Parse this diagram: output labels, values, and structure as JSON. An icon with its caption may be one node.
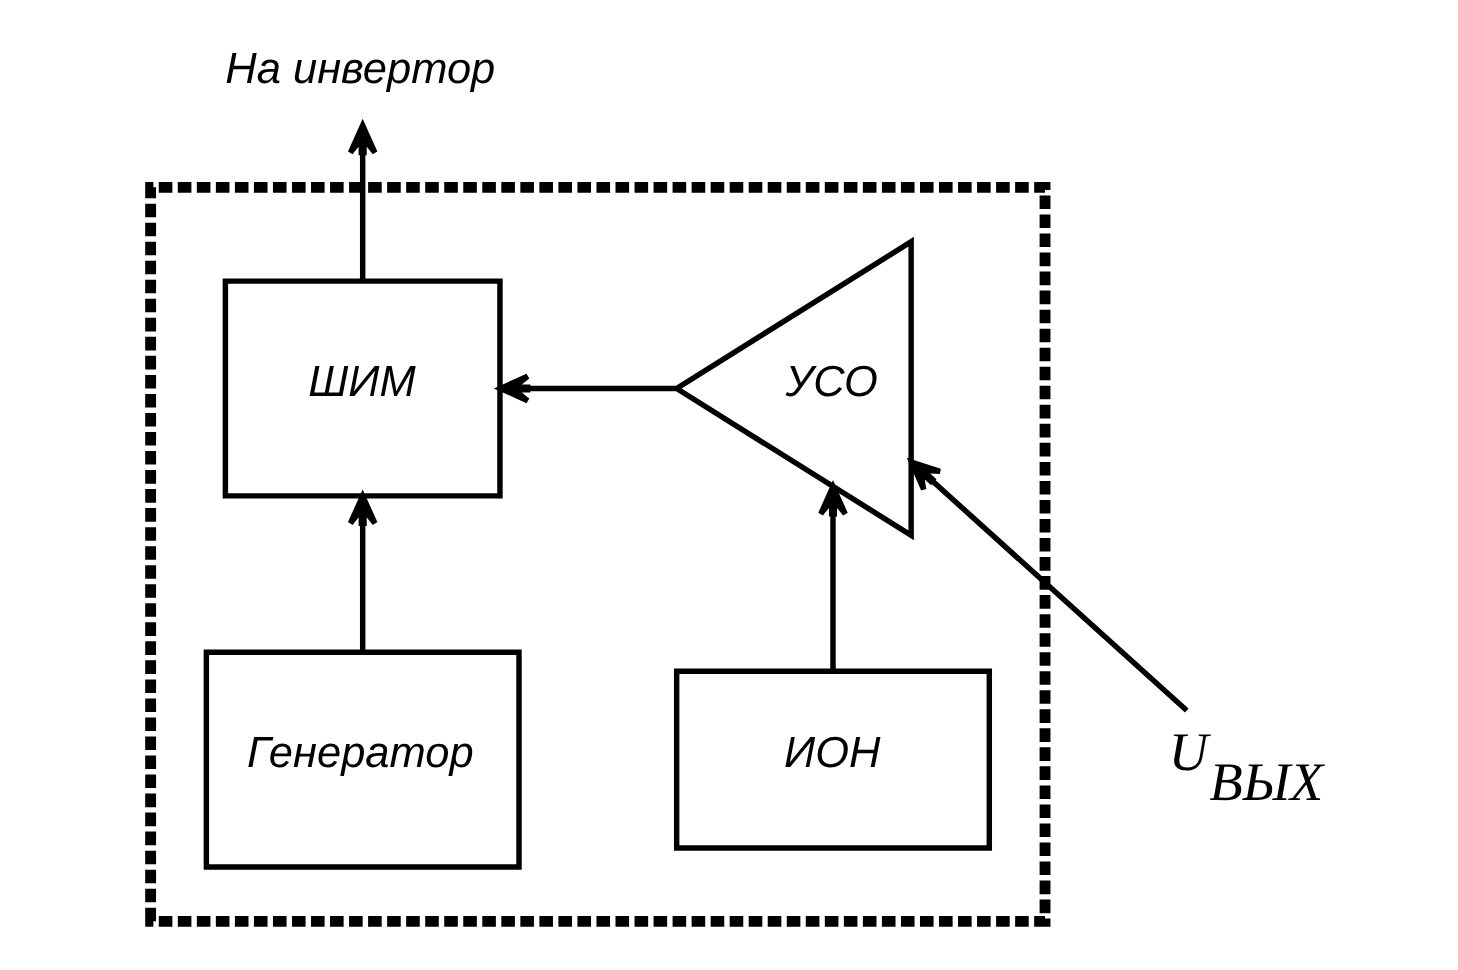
{
  "diagram": {
    "nodes": [
      {
        "text": [],
        "shape": "box"
      },
      {
        "text": [
          "ШИМ"
        ],
        "in": 0
      },
      {
        "text": [
          "УСО"
        ],
        "in": 0
      },
      {
        "text": [
          "Генератор"
        ],
        "in": 0
      },
      {
        "text": [
          "ИОН"
        ],
        "in": 0
      },
      {
        "text": [
          "На инвертор"
        ]
      },
      {
        "text": [
          "U$_{ВЫХ}$"
        ]
      }
    ],
    "edges": [
      {
        "from": 1,
        "to": 5,
        "arrow": "to"
      },
      {
        "from": 2,
        "to": 1,
        "arrow": "to"
      },
      {
        "from": 3,
        "to": 1,
        "arrow": "to"
      },
      {
        "from": 4,
        "to": 2,
        "arrow": "to"
      },
      {
        "from": 6,
        "to": 2,
        "arrow": "to"
      }
    ]
  }
}
